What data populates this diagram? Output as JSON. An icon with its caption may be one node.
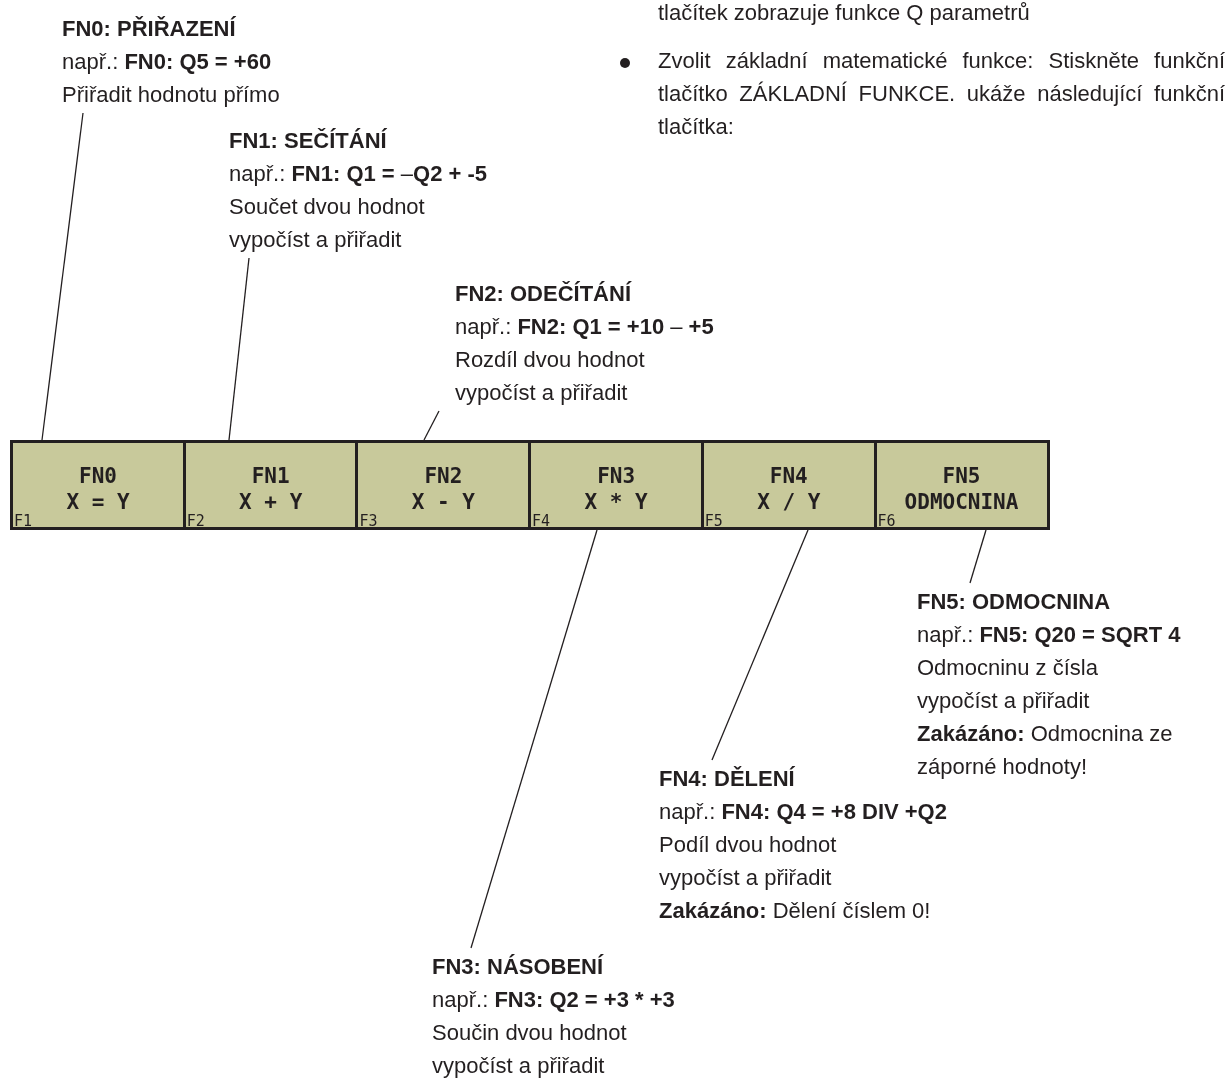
{
  "diagram": {
    "nodes": [
      {
        "text": [
          "FN0: PŘIŘAZENÍ",
          "např.: **FN0: Q5 = +60**",
          "Přiřadit hodnotu přímo"
        ]
      },
      {
        "text": [
          "FN1: SEČÍTÁNÍ",
          "např.: **FN1: Q1 =** –**Q2 + -5**",
          "Součet dvou hodnot vypočíst a přiřadit"
        ]
      },
      {
        "text": [
          "FN2: ODEČÍTÁNÍ",
          "např.: **FN2: Q1 = +10** – **+5**",
          "Rozdíl dvou hodnot vypočíst a přiřadit"
        ]
      },
      {
        "text": [
          "FN0",
          "X = Y",
          "F1"
        ]
      },
      {
        "text": [
          "FN1",
          "X + Y",
          "F2"
        ]
      },
      {
        "text": [
          "FN2",
          "X - Y",
          "F3"
        ]
      },
      {
        "text": [
          "FN3",
          "X * Y",
          "F4"
        ]
      },
      {
        "text": [
          "FN4",
          "X / Y",
          "F5"
        ]
      },
      {
        "text": [
          "FN5",
          "ODMOCNINA",
          "F6"
        ]
      },
      {
        "text": [
          "FN5: ODMOCNINA",
          "např.: **FN5: Q20 = SQRT 4**",
          "Odmocninu z čísla vypočíst a přiřadit",
          "**Zakázáno:** Odmocnina ze záporné hodnoty!"
        ]
      },
      {
        "text": [
          "FN4: DĚLENÍ",
          "např.: **FN4: Q4 = +8 DIV +Q2**",
          "Podíl dvou hodnot vypočíst a přiřadit",
          "**Zakázáno:** Dělení číslem 0!"
        ]
      },
      {
        "text": [
          "FN3: NÁSOBENÍ",
          "např.: **FN3: Q2 = +3 * +3**",
          "Součin dvou hodnot vypočíst a přiřadit"
        ]
      }
    ],
    "edges": [
      {
        "from": 0,
        "to": 3,
        "arrow": "none"
      },
      {
        "from": 1,
        "to": 4,
        "arrow": "none"
      },
      {
        "from": 2,
        "to": 5,
        "arrow": "none"
      },
      {
        "from": 11,
        "to": 6,
        "arrow": "none"
      },
      {
        "from": 10,
        "to": 7,
        "arrow": "none"
      },
      {
        "from": 9,
        "to": 8,
        "arrow": "none"
      }
    ],
    "labels": [
      "tlačítek zobrazuje funkce Q parametrů",
      "Zvolit základní matematické funkce: Stiskněte funkční tlačítko ZÁKLADNÍ FUNKCE. ukáže následující funkční tlačítka:"
    ]
  }
}
